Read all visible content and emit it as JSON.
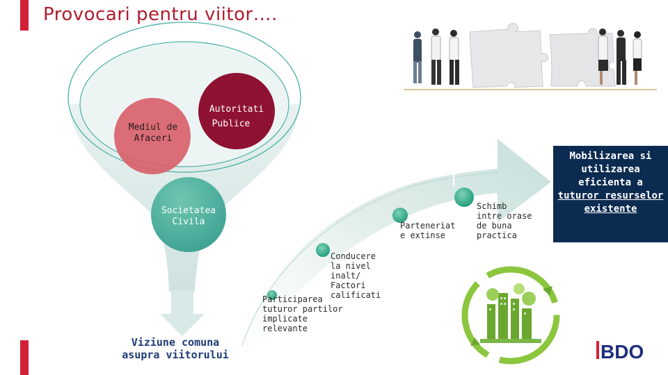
{
  "slide": {
    "title": "Provocari pentru viitor….",
    "circles": {
      "business": "Mediul de\nAfaceri",
      "authorities_line1": "Autoritati",
      "authorities_line2": "Publice",
      "civil": "Societatea\nCivila"
    },
    "vision": "Viziune comuna\nasupra viitorului",
    "steps": {
      "participation": "Participarea\ntuturor partilor\nimplicate\nrelevante",
      "leadership": "Conducere\nla nivel\ninalt/\nFactori\ncalificati",
      "partnership": "Parteneriat\ne extinse",
      "exchange": "Schimb\nintre orase\nde buna\npractica"
    },
    "mobilization": {
      "line1": "Mobilizarea si",
      "line2": "utilizarea",
      "line3": "eficienta a",
      "line4": "tuturor resurselor",
      "line5": "existente"
    },
    "logo": "BDO"
  },
  "colors": {
    "accent_red": "#d3203a",
    "title_red": "#b01c2e",
    "navy": "#0c2b50",
    "teal": "#2aa58a",
    "funnel": "#dfeceb",
    "bdo_blue": "#1d2e7a"
  },
  "icons": [
    "people-puzzle-illustration",
    "eco-city-recycle-illustration",
    "bdo-logo"
  ]
}
